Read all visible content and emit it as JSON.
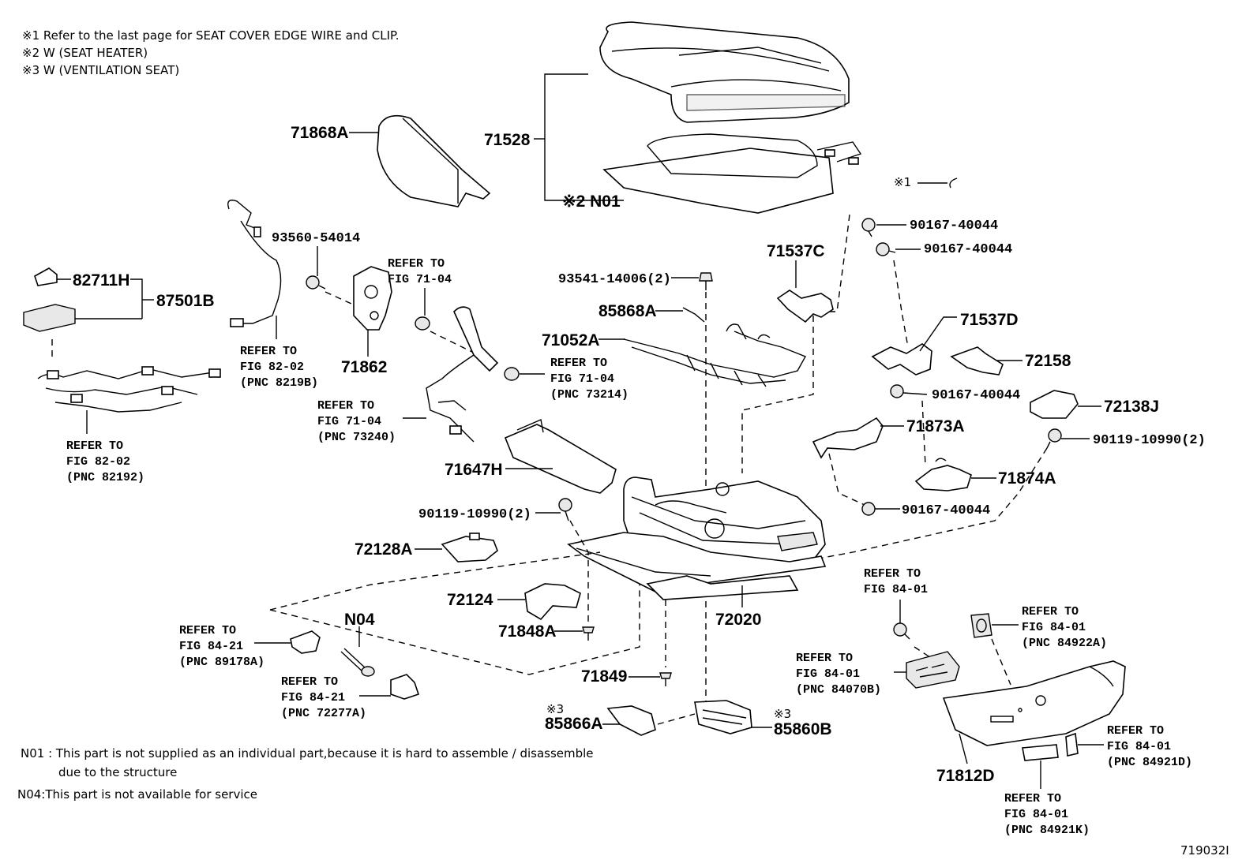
{
  "notes": {
    "n1": "※1  Refer to the last page for SEAT COVER EDGE WIRE and CLIP.",
    "n2": "※2  W (SEAT  HEATER)",
    "n3": "※3  W (VENTILATION  SEAT)",
    "n01_a": "N01 : This part is not supplied as an individual part,because it is hard to assemble / disassemble",
    "n01_b": "due to the structure",
    "n04": "N04:This part is not available for service"
  },
  "figure_id": "719032I",
  "labels": {
    "p71868A": "71868A",
    "p71528": "71528",
    "pN01": "※2 N01",
    "pX1": "※1",
    "p90167a": "90167-40044",
    "p90167b": "90167-40044",
    "p71537C": "71537C",
    "p71537D": "71537D",
    "p72158": "72158",
    "p90167c": "90167-40044",
    "p72138J": "72138J",
    "p71873A": "71873A",
    "p90119a": "90119-10990(2)",
    "p71874A": "71874A",
    "p90167d": "90167-40044",
    "p82711H": "82711H",
    "p87501B": "87501B",
    "p93560": "93560-54014",
    "p71862": "71862",
    "p93541": "93541-14006(2)",
    "p85868A": "85868A",
    "p71052A": "71052A",
    "p71647H": "71647H",
    "p90119b": "90119-10990(2)",
    "p72128A": "72128A",
    "p72124": "72124",
    "p71848A": "71848A",
    "p72020": "72020",
    "pN04": "N04",
    "p71849": "71849",
    "p85866A_mark": "※3",
    "p85866A": "85866A",
    "p85860B_mark": "※3",
    "p85860B": "85860B",
    "p71812D": "71812D"
  },
  "refs": {
    "r1": [
      "REFER TO",
      "FIG 82-02",
      "(PNC 8219B)"
    ],
    "r2": [
      "REFER TO",
      "FIG 82-02",
      "(PNC 82192)"
    ],
    "r3": [
      "REFER TO",
      "FIG 71-04"
    ],
    "r4": [
      "REFER TO",
      "FIG 71-04",
      "(PNC 73214)"
    ],
    "r5": [
      "REFER TO",
      "FIG 71-04",
      "(PNC 73240)"
    ],
    "r6": [
      "REFER TO",
      "FIG 84-21",
      "(PNC 89178A)"
    ],
    "r7": [
      "REFER TO",
      "FIG 84-21",
      "(PNC 72277A)"
    ],
    "r8": [
      "REFER TO",
      "FIG 84-01"
    ],
    "r9": [
      "REFER TO",
      "FIG 84-01",
      "(PNC 84922A)"
    ],
    "r10": [
      "REFER TO",
      "FIG 84-01",
      "(PNC 84070B)"
    ],
    "r11": [
      "REFER TO",
      "FIG 84-01",
      "(PNC 84921D)"
    ],
    "r12": [
      "REFER TO",
      "FIG 84-01",
      "(PNC 84921K)"
    ]
  }
}
